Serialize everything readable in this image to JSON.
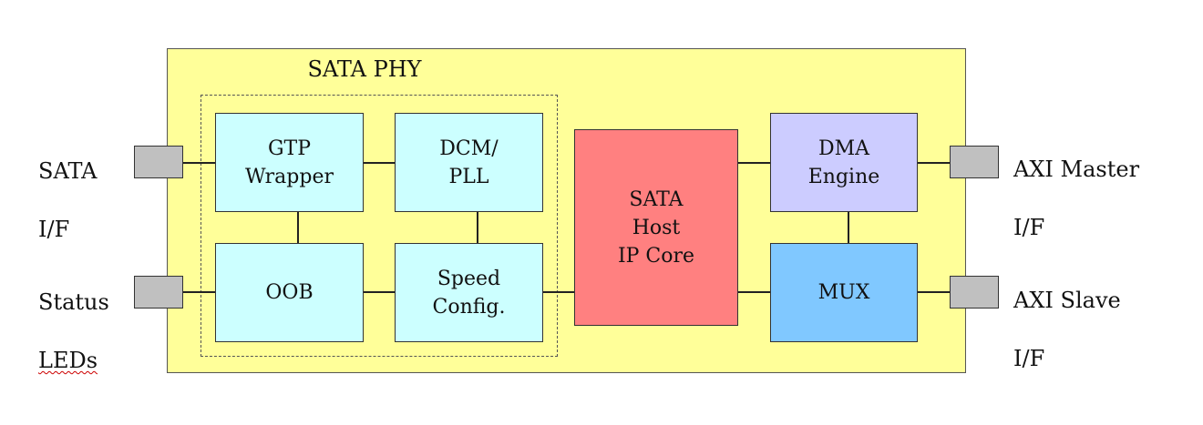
{
  "diagram": {
    "container_label": "SATA PHY",
    "blocks": {
      "gtp": {
        "label": "GTP\nWrapper",
        "color": "#ccffff"
      },
      "dcm": {
        "label": "DCM/\nPLL",
        "color": "#ccffff"
      },
      "oob": {
        "label": "OOB",
        "color": "#ccffff"
      },
      "speed": {
        "label": "Speed\nConfig.",
        "color": "#ccffff"
      },
      "host": {
        "label": "SATA\nHost\nIP Core",
        "color": "#ff8080"
      },
      "dma": {
        "label": "DMA\nEngine",
        "color": "#ccccff"
      },
      "mux": {
        "label": "MUX",
        "color": "#80c8ff"
      }
    },
    "interfaces": {
      "sata_if": {
        "line1": "SATA",
        "line2": "I/F"
      },
      "status_leds": {
        "line1": "Status",
        "line2": "LEDs"
      },
      "axi_master": {
        "line1": "AXI Master",
        "line2": "I/F"
      },
      "axi_slave": {
        "line1": "AXI Slave",
        "line2": "I/F"
      }
    },
    "colors": {
      "outer_fill": "#ffff99",
      "port_fill": "#c0c0c0"
    }
  }
}
